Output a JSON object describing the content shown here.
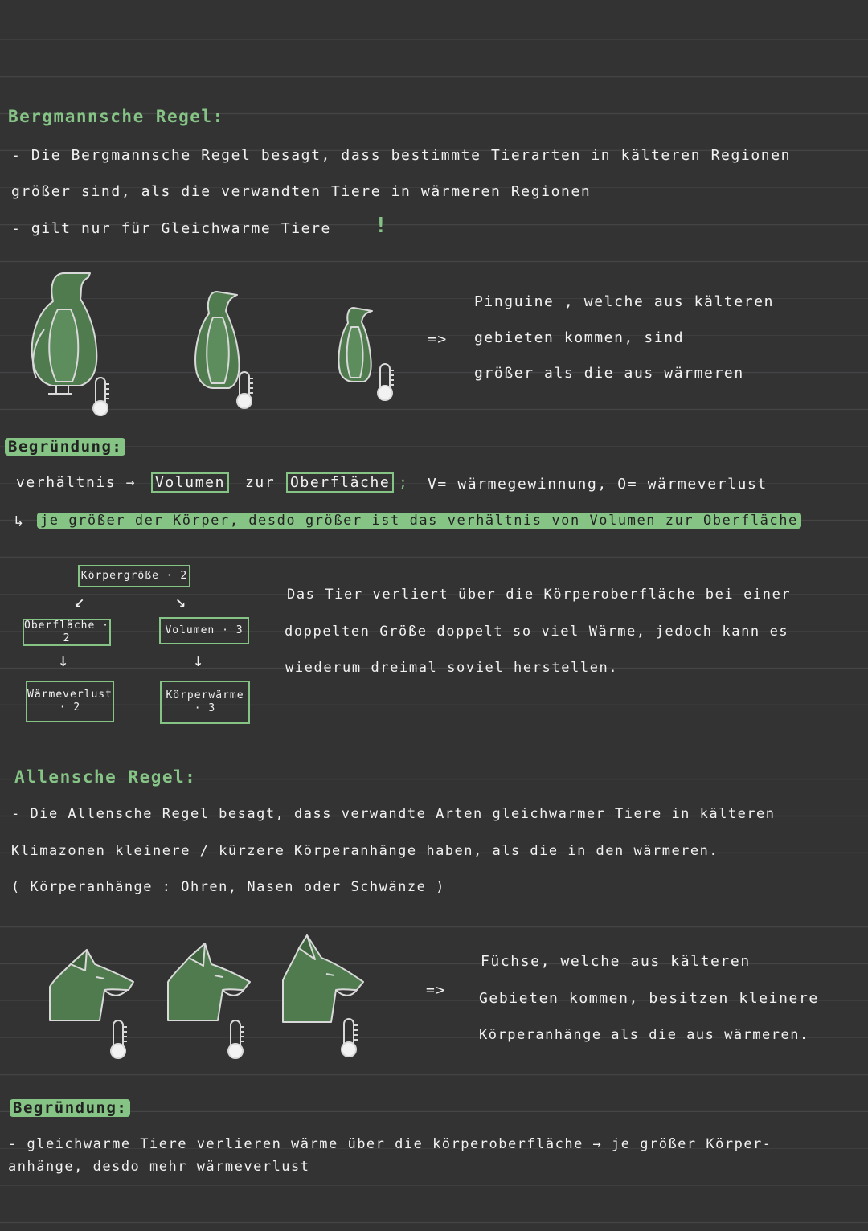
{
  "bergmann": {
    "heading": "Bergmannsche Regel:",
    "line1": "- Die Bergmannsche Regel besagt, dass bestimmte Tierarten in kälteren Regionen",
    "line2": "größer sind, als die verwandten Tiere in wärmeren Regionen",
    "line3": "- gilt nur für Gleichwarme Tiere",
    "excl": "!",
    "arrow": "=>",
    "conclusion": [
      "Pinguine , welche aus kälteren",
      "gebieten kommen, sind",
      "größer als die aus wärmeren"
    ],
    "reason_heading": "Begründung:",
    "ratio_prefix": "verhältnis →",
    "ratio_volumen": "Volumen",
    "ratio_zur": "zur",
    "ratio_oberflaeche": "Oberfläche",
    "ratio_semicolon": ";",
    "ratio_def": "V= wärmegewinnung, O= wärmeverlust",
    "consequence_arrow": "↳",
    "consequence": "je größer der Körper, desdo größer ist das verhältnis von Volumen zur Oberfläche",
    "diagram": {
      "top": "Körpergröße · 2",
      "left": "Oberfläche · 2",
      "right": "Volumen · 3",
      "left_bottom": [
        "Wärmeverlust",
        "· 2"
      ],
      "right_bottom": [
        "Körperwärme",
        "· 3"
      ],
      "arrow_down_left": "↙",
      "arrow_down_right": "↘",
      "arrow_down": "↓"
    },
    "explanation": [
      "Das Tier verliert über die Körperoberfläche bei einer",
      "doppelten Größe doppelt so viel Wärme, jedoch kann es",
      "wiederum dreimal soviel herstellen."
    ]
  },
  "allen": {
    "heading": "Allensche Regel:",
    "line1": "- Die Allensche Regel besagt, dass verwandte Arten gleichwarmer Tiere in kälteren",
    "line2": "Klimazonen kleinere / kürzere Körperanhänge haben, als die in den wärmeren.",
    "line3": "( Körperanhänge : Ohren, Nasen oder Schwänze )",
    "arrow": "=>",
    "conclusion": [
      "Füchse, welche aus kälteren",
      "Gebieten kommen, besitzen kleinere",
      "Körperanhänge als die aus wärmeren."
    ],
    "reason_heading": "Begründung:",
    "reason_line1": "- gleichwarme Tiere verlieren wärme über die körperoberfläche → je größer Körper-",
    "reason_line2": "anhänge, desdo mehr wärmeverlust"
  },
  "colors": {
    "background": "#333334",
    "accent": "#86c486",
    "figure_fill": "#4f7b4f",
    "text": "#f2f2f2"
  },
  "icons": [
    "penguin-icon",
    "fox-head-icon",
    "thermometer-icon"
  ]
}
